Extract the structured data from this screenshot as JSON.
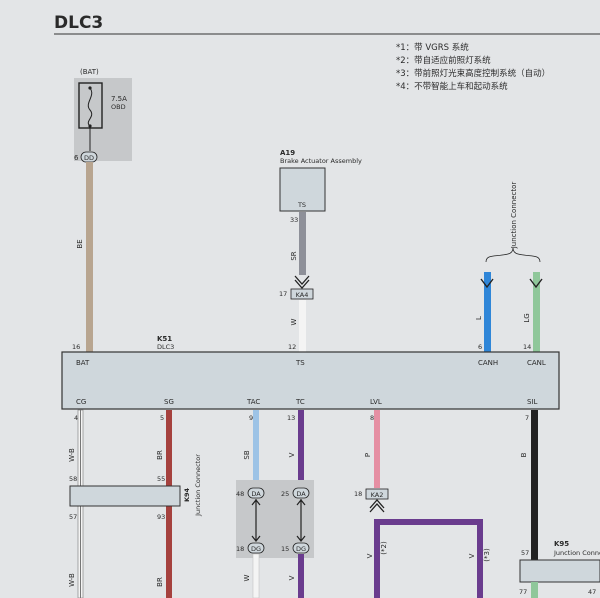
{
  "title": "DLC3",
  "notes": [
    "*1：带 VGRS 系统",
    "*2：带自适应前照灯系统",
    "*3：带前照灯光束高度控制系统（自动）",
    "*4：不带智能上车和起动系统"
  ],
  "fuse": {
    "supply": "(BAT)",
    "rating": "7.5A",
    "name": "OBD",
    "pin": "6",
    "connector": "DD"
  },
  "a19": {
    "id": "A19",
    "name": "Brake Actuator Assembly",
    "terminal": "TS",
    "pin": "33"
  },
  "ka4": {
    "pin": "17",
    "code": "KA4"
  },
  "junction_top": {
    "label": "Junction Connector"
  },
  "dlc3": {
    "id": "K51",
    "name": "DLC3",
    "top_pins": [
      {
        "num": "16",
        "name": "BAT"
      },
      {
        "num": "12",
        "name": "TS"
      },
      {
        "num": "6",
        "name": "CANH"
      },
      {
        "num": "14",
        "name": "CANL"
      }
    ],
    "bottom_pins": [
      {
        "num": "4",
        "name": "CG"
      },
      {
        "num": "5",
        "name": "SG"
      },
      {
        "num": "9",
        "name": "TAC"
      },
      {
        "num": "13",
        "name": "TC"
      },
      {
        "num": "8",
        "name": "LVL"
      },
      {
        "num": "7",
        "name": "SIL"
      }
    ]
  },
  "wires": {
    "be": "BE",
    "sr": "SR",
    "w_ts": "W",
    "l": "L",
    "lg": "LG",
    "wb": "W-B",
    "br": "BR",
    "sb": "SB",
    "v": "V",
    "p": "P",
    "b": "B",
    "wb_lower": "W-B",
    "br_lower": "BR",
    "w_lower": "W",
    "v_lower": "V",
    "v2": "V",
    "v3": "V",
    "mark2": "(*2)",
    "mark3": "(*3)"
  },
  "k94": {
    "id": "K94",
    "label": "Junction Connector",
    "pin_top_left": "58",
    "pin_top_right": "55",
    "pin_bot_left": "57",
    "pin_bot_right": "93"
  },
  "da_dg": {
    "top_left_pin": "48",
    "top_right_pin": "25",
    "top_code": "DA",
    "bot_left_pin": "18",
    "bot_right_pin": "15",
    "bot_code": "DG"
  },
  "ka2": {
    "pin": "18",
    "code": "KA2"
  },
  "k95": {
    "id": "K95",
    "label": "Junction Connector",
    "pin_top": "57",
    "pin_bot": "77",
    "pin_bot2": "47"
  },
  "colors": {
    "be": "#b8a590",
    "wire_white": "#f4f4f4",
    "blue": "#2f86d8",
    "light_green": "#8fc79a",
    "brown_red": "#a5413e",
    "sky_blue": "#9dc3e6",
    "violet": "#6a3c8e",
    "pink": "#e58fa3",
    "black": "#222222",
    "white_black": "#777777",
    "panel": "#c6c8ca",
    "connector_fill": "#cfd7dc"
  }
}
